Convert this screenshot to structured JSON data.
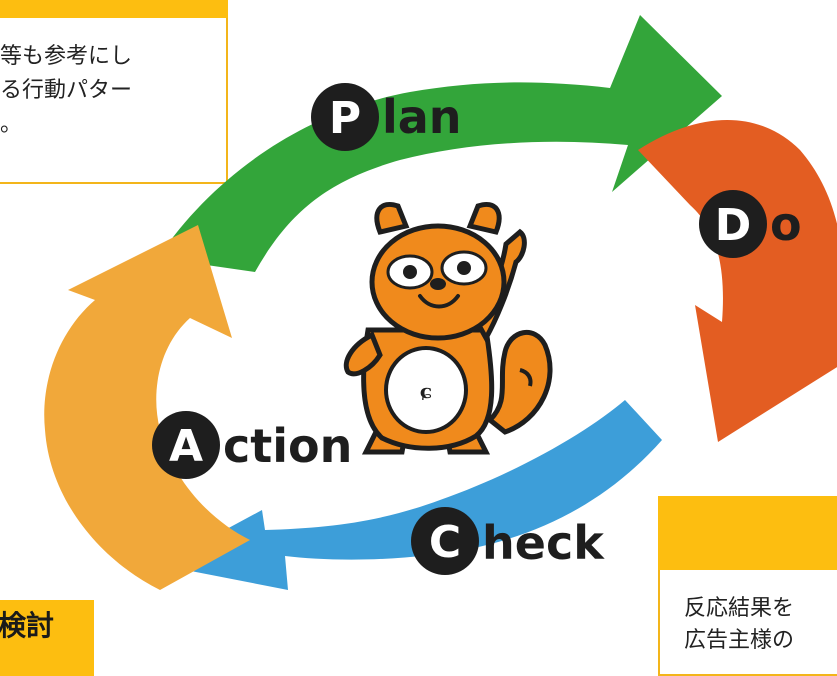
{
  "callouts": {
    "top_left": {
      "lines": [
        "等も参考にし",
        "る行動パター",
        "。"
      ]
    },
    "bottom_right": {
      "lines": [
        "反応結果を",
        "広告主様の"
      ]
    },
    "bottom_left": {
      "label": "検討"
    }
  },
  "cycle": {
    "plan": {
      "letter": "P",
      "rest": "lan"
    },
    "do": {
      "letter": "D",
      "rest": "o"
    },
    "check": {
      "letter": "C",
      "rest": "heck"
    },
    "action": {
      "letter": "A",
      "rest": "ction"
    }
  },
  "colors": {
    "plan": "#33a53a",
    "do": "#e35d22",
    "check": "#3d9ed9",
    "action": "#f1a83a",
    "badge": "#1e1e1e",
    "mascot_body": "#f08a1c",
    "box_accent": "#fdbe10"
  },
  "mascot": {
    "type": "tanuki-character",
    "belly_mark": "ɕ"
  }
}
